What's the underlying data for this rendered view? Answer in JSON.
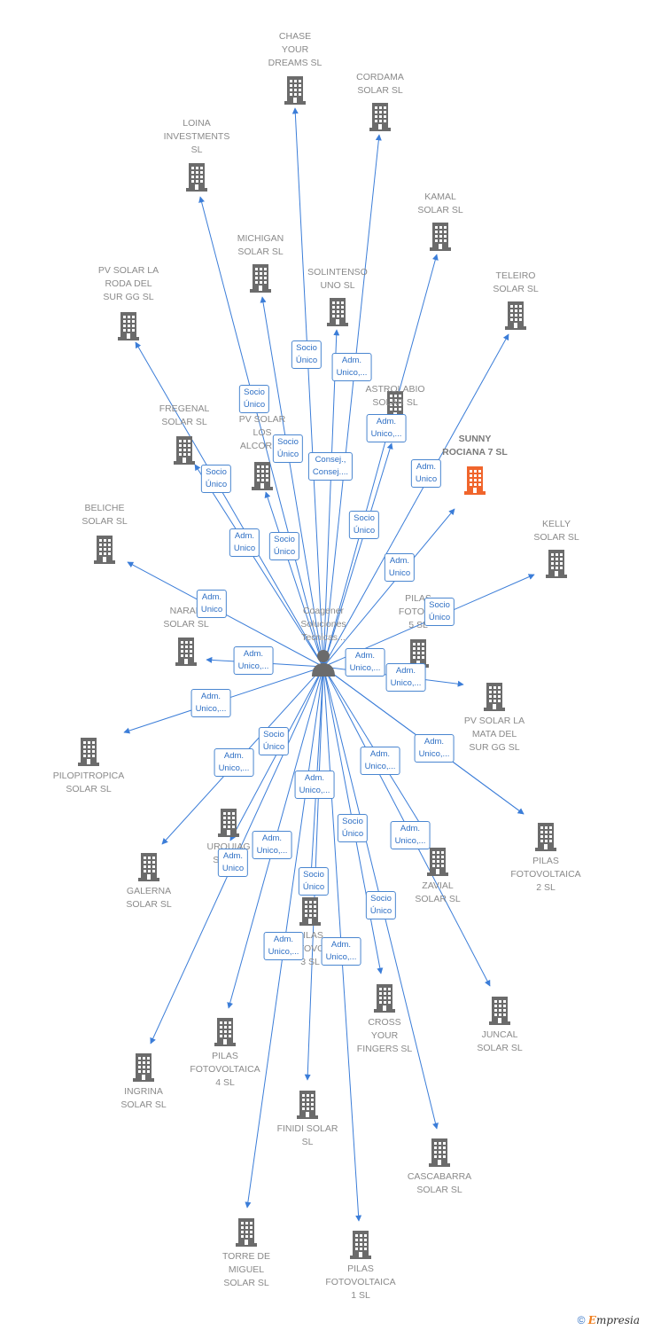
{
  "center": {
    "label": "Coagener\nSoluciones\nTecnicas...",
    "icon": "person-icon"
  },
  "nodes": [
    {
      "id": "chase",
      "label": "CHASE\nYOUR\nDREAMS  SL"
    },
    {
      "id": "cordama",
      "label": "CORDAMA\nSOLAR  SL"
    },
    {
      "id": "loina",
      "label": "LOINA\nINVESTMENTS\nSL"
    },
    {
      "id": "kamal",
      "label": "KAMAL\nSOLAR  SL"
    },
    {
      "id": "michigan",
      "label": "MICHIGAN\nSOLAR  SL"
    },
    {
      "id": "solintenso",
      "label": "SOLINTENSO\nUNO  SL"
    },
    {
      "id": "teleiro",
      "label": "TELEIRO\nSOLAR  SL"
    },
    {
      "id": "pvroda",
      "label": "PV SOLAR LA\nRODA DEL\nSUR GG  SL"
    },
    {
      "id": "astrolabio",
      "label": "ASTROLABIO\nSOLAR  SL"
    },
    {
      "id": "fregenal",
      "label": "FREGENAL\nSOLAR  SL"
    },
    {
      "id": "pvalcores",
      "label": "PV SOLAR\nLOS\nALCORES"
    },
    {
      "id": "sunny",
      "label": "SUNNY\nROCIANA 7  SL",
      "highlight": true
    },
    {
      "id": "beliche",
      "label": "BELICHE\nSOLAR  SL"
    },
    {
      "id": "kelly",
      "label": "KELLY\nSOLAR  SL"
    },
    {
      "id": "naranjo",
      "label": "NARAN\nSOLAR  SL"
    },
    {
      "id": "pilas5",
      "label": "PILAS\nFOTOVO\n5  SL"
    },
    {
      "id": "pvmata",
      "label": "PV SOLAR LA\nMATA DEL\nSUR GG  SL"
    },
    {
      "id": "pilopitropica",
      "label": "PILOPITROPICA\nSOLAR  SL"
    },
    {
      "id": "urquiaga",
      "label": "URQUIAG\nSOLAR"
    },
    {
      "id": "galerna",
      "label": "GALERNA\nSOLAR  SL"
    },
    {
      "id": "pilas2",
      "label": "PILAS\nFOTOVOLTAICA\n2  SL"
    },
    {
      "id": "zavial",
      "label": "ZAVIAL\nSOLAR  SL"
    },
    {
      "id": "pilas3",
      "label": "PILAS\nFOTOVOLT\n3  SL"
    },
    {
      "id": "crossyour",
      "label": "CROSS\nYOUR\nFINGERS  SL"
    },
    {
      "id": "juncal",
      "label": "JUNCAL\nSOLAR  SL"
    },
    {
      "id": "pilas4",
      "label": "PILAS\nFOTOVOLTAICA\n4  SL"
    },
    {
      "id": "ingrina",
      "label": "INGRINA\nSOLAR  SL"
    },
    {
      "id": "finidi",
      "label": "FINIDI SOLAR\nSL"
    },
    {
      "id": "cascabarra",
      "label": "CASCABARRA\nSOLAR  SL"
    },
    {
      "id": "torre",
      "label": "TORRE DE\nMIGUEL\nSOLAR SL"
    },
    {
      "id": "pilas1",
      "label": "PILAS\nFOTOVOLTAICA\n1  SL"
    }
  ],
  "edge_labels": [
    {
      "id": "e-chase",
      "text": "Socio\nÚnico"
    },
    {
      "id": "e-cordama",
      "text": "Adm.\nUnico,..."
    },
    {
      "id": "e-michigan",
      "text": "Socio\nÚnico"
    },
    {
      "id": "e-pvalcores",
      "text": "Socio\nÚnico"
    },
    {
      "id": "e-solintenso",
      "text": "Consej.,\nConsej...."
    },
    {
      "id": "e-astrolabio",
      "text": "Adm.\nUnico,..."
    },
    {
      "id": "e-teleiro",
      "text": "Adm.\nUnico"
    },
    {
      "id": "e-fregenal",
      "text": "Socio\nÚnico"
    },
    {
      "id": "e-kamal",
      "text": "Socio\nÚnico"
    },
    {
      "id": "e-pvroda",
      "text": "Adm.\nUnico"
    },
    {
      "id": "e-loina",
      "text": "Socio\nÚnico"
    },
    {
      "id": "e-sunny",
      "text": "Adm.\nUnico"
    },
    {
      "id": "e-beliche",
      "text": "Adm.\nUnico"
    },
    {
      "id": "e-kelly",
      "text": "Socio\nÚnico"
    },
    {
      "id": "e-naranjo",
      "text": "Adm.\nUnico,..."
    },
    {
      "id": "e-pilas5",
      "text": "Adm.\nUnico,..."
    },
    {
      "id": "e-pvmata",
      "text": "Adm.\nUnico,..."
    },
    {
      "id": "e-pilopitropica",
      "text": "Adm.\nUnico,..."
    },
    {
      "id": "e-urquiaga",
      "text": "Socio\nÚnico"
    },
    {
      "id": "e-galerna",
      "text": "Adm.\nUnico,..."
    },
    {
      "id": "e-pilas2",
      "text": "Adm.\nUnico,..."
    },
    {
      "id": "e-pilas3",
      "text": "Adm.\nUnico,..."
    },
    {
      "id": "e-zavial",
      "text": "Adm.\nUnico,..."
    },
    {
      "id": "e-crossyour",
      "text": "Socio\nÚnico"
    },
    {
      "id": "e-juncal",
      "text": "Adm.\nUnico,..."
    },
    {
      "id": "e-pilas4",
      "text": "Adm.\nUnico,..."
    },
    {
      "id": "e-ingrina",
      "text": "Adm.\nUnico"
    },
    {
      "id": "e-finidi",
      "text": "Socio\nÚnico"
    },
    {
      "id": "e-torre",
      "text": "Adm.\nUnico,..."
    },
    {
      "id": "e-pilas1",
      "text": "Adm.\nUnico,..."
    },
    {
      "id": "e-cascabarra",
      "text": "Socio\nÚnico"
    }
  ],
  "colors": {
    "edge": "#3b7dd8",
    "building": "#6b6b6b",
    "highlight": "#f0652c",
    "label_border": "#4a86d0"
  },
  "footer": {
    "copyright": "©",
    "brand_initial": "E",
    "brand_rest": "mpresia"
  }
}
